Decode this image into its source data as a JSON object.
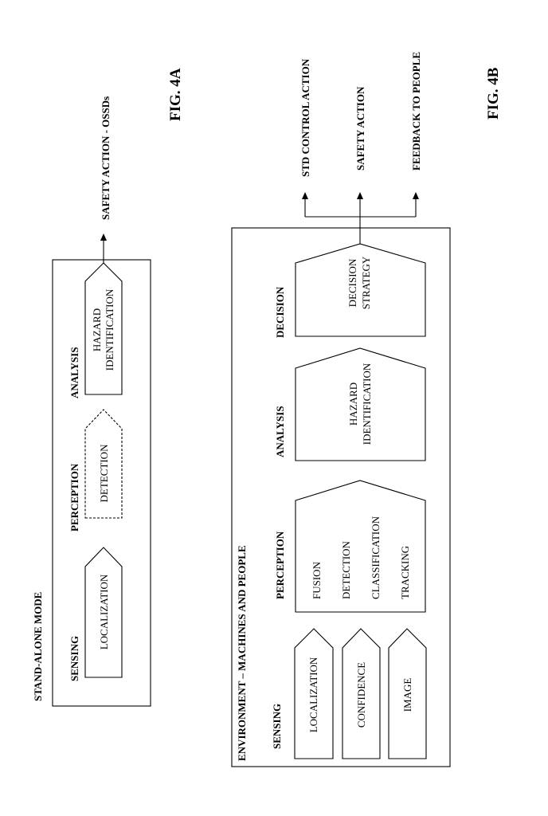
{
  "fig4a": {
    "title": "STAND-ALONE MODE",
    "figure_label": "FIG. 4A",
    "output_label": "SAFETY ACTION - OSSDs",
    "stages": {
      "sensing": "SENSING",
      "perception": "PERCEPTION",
      "analysis": "ANALYSIS"
    },
    "blocks": {
      "localization": "LOCALIZATION",
      "detection": "DETECTION",
      "hazard_line1": "HAZARD",
      "hazard_line2": "IDENTIFICATION"
    }
  },
  "fig4b": {
    "title": "ENVIRONMENT – MACHINES AND PEOPLE",
    "figure_label": "FIG. 4B",
    "stages": {
      "sensing": "SENSING",
      "perception": "PERCEPTION",
      "analysis": "ANALYSIS",
      "decision": "DECISION"
    },
    "sensing_blocks": {
      "localization": "LOCALIZATION",
      "confidence": "CONFIDENCE",
      "image": "IMAGE"
    },
    "perception_items": {
      "fusion": "FUSION",
      "detection": "DETECTION",
      "classification": "CLASSIFICATION",
      "tracking": "TRACKING"
    },
    "analysis_block": {
      "line1": "HAZARD",
      "line2": "IDENTIFICATION"
    },
    "decision_block": {
      "line1": "DECISION",
      "line2": "STRATEGY"
    },
    "outputs": {
      "std_control": "STD CONTROL ACTION",
      "safety": "SAFETY ACTION",
      "feedback": "FEEDBACK TO PEOPLE"
    }
  }
}
